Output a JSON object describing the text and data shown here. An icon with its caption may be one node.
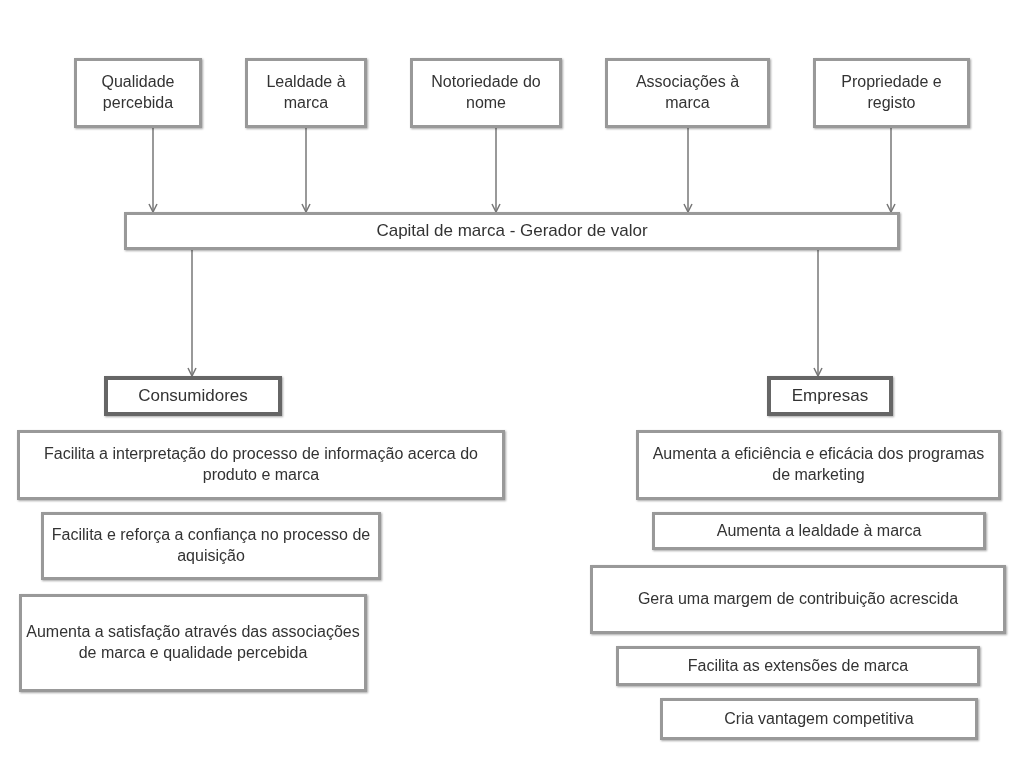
{
  "diagram": {
    "nodes": [
      {
        "text": [
          "Qualidade percebida"
        ]
      },
      {
        "text": [
          "Lealdade à marca"
        ]
      },
      {
        "text": [
          "Notoriedade do nome"
        ]
      },
      {
        "text": [
          "Associações à marca"
        ]
      },
      {
        "text": [
          "Propriedade e registo"
        ]
      },
      {
        "text": [
          "Capital de marca - Gerador de valor"
        ]
      },
      {
        "text": [
          "Consumidores"
        ]
      },
      {
        "text": [
          "Facilita a interpretação do processo de informação acerca do produto e marca"
        ]
      },
      {
        "text": [
          "Facilita e reforça a confiança no processo de aquisição"
        ]
      },
      {
        "text": [
          "Aumenta a satisfação através das associações de marca e qualidade percebida"
        ]
      },
      {
        "text": [
          "Empresas"
        ]
      },
      {
        "text": [
          "Aumenta a eficiência e eficácia dos programas de marketing"
        ]
      },
      {
        "text": [
          "Aumenta a lealdade à marca"
        ]
      },
      {
        "text": [
          "Gera uma margem de contribuição acrescida"
        ]
      },
      {
        "text": [
          "Facilita as extensões de marca"
        ]
      },
      {
        "text": [
          "Cria vantagem competitiva"
        ]
      }
    ],
    "edges": [
      {
        "from": 0,
        "to": 5,
        "arrow": "to"
      },
      {
        "from": 1,
        "to": 5,
        "arrow": "to"
      },
      {
        "from": 2,
        "to": 5,
        "arrow": "to"
      },
      {
        "from": 3,
        "to": 5,
        "arrow": "to"
      },
      {
        "from": 4,
        "to": 5,
        "arrow": "to"
      },
      {
        "from": 5,
        "to": 6,
        "arrow": "to"
      },
      {
        "from": 5,
        "to": 10,
        "arrow": "to"
      }
    ]
  }
}
